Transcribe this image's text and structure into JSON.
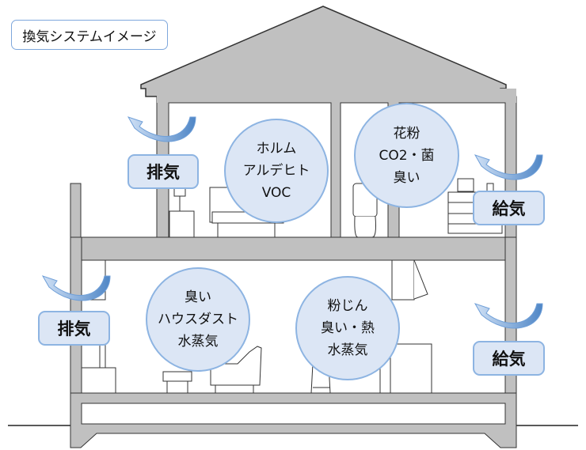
{
  "title": "換気システムイメージ",
  "bubbles": {
    "upper_left": {
      "lines": [
        "ホルム",
        "アルデヒト",
        "VOC"
      ]
    },
    "upper_right": {
      "lines": [
        "花粉",
        "CO2・菌",
        "臭い"
      ]
    },
    "lower_left": {
      "lines": [
        "臭い",
        "ハウスダスト",
        "水蒸気"
      ]
    },
    "lower_right": {
      "lines": [
        "粉じん",
        "臭い・熱",
        "水蒸気"
      ]
    }
  },
  "labels": {
    "exhaust_upper": "排気",
    "exhaust_lower": "排気",
    "supply_upper": "給気",
    "supply_lower": "給気"
  },
  "colors": {
    "bubble_fill": "#dce6f5",
    "bubble_border": "#8db4e2",
    "structure": "#c0c0c0",
    "arrow": "#6f9fd8"
  }
}
